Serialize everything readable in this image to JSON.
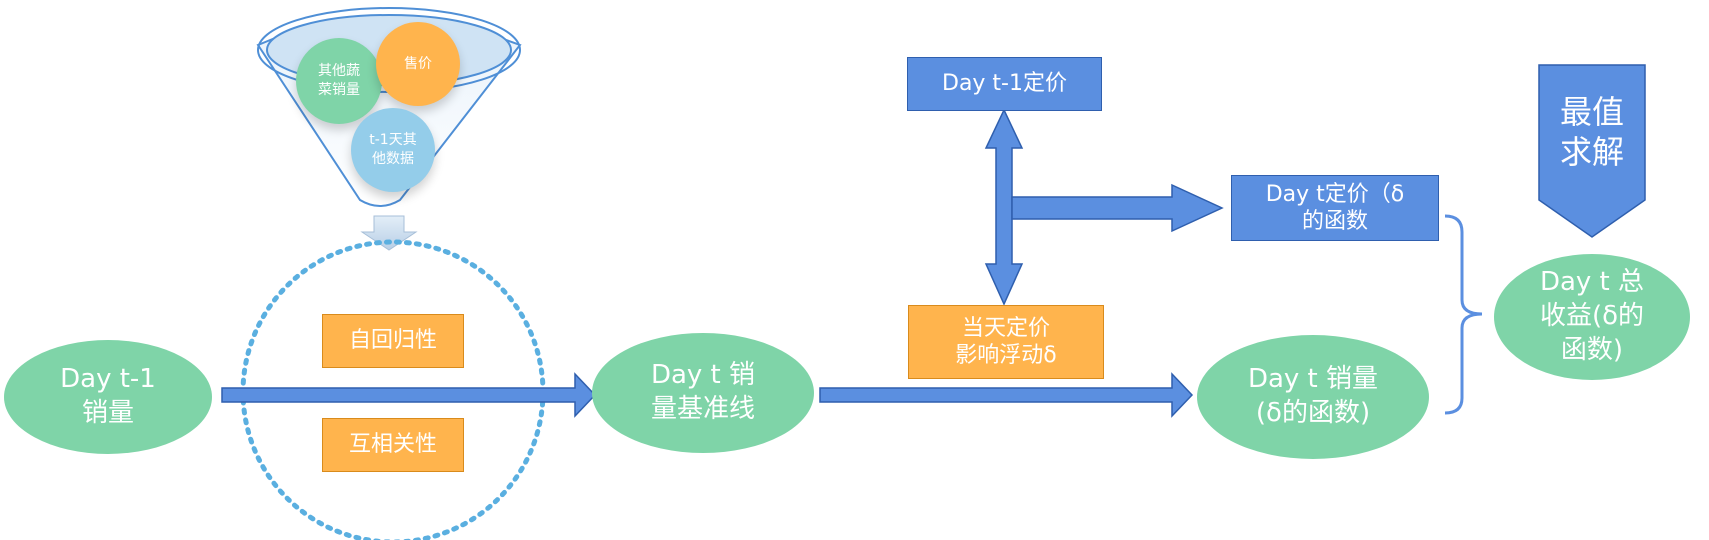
{
  "colors": {
    "green": "#7fd4a8",
    "blue": "#5b8fe0",
    "blue_border": "#2f5fae",
    "orange": "#ffb44d",
    "light_blue": "#94cdea",
    "dotted_circle": "#5aafe0"
  },
  "funnel": {
    "bubbles": [
      {
        "label": "其他蔬\n菜销量",
        "color": "#7fd4a8"
      },
      {
        "label": "售价",
        "color": "#ffb44d"
      },
      {
        "label": "t-1天其\n他数据",
        "color": "#94cdea"
      }
    ]
  },
  "nodes": {
    "day_t1_sales": "Day t-1\n销量",
    "autoregressive": "自回归性",
    "correlation": "互相关性",
    "baseline": "Day t 销\n量基准线",
    "price_t1": "Day t-1定价",
    "price_impact": "当天定价\n影响浮动δ",
    "price_t": "Day t定价（δ\n的函数",
    "sales_t": "Day t 销量\n(δ的函数)",
    "optimize": "最值\n求解",
    "revenue_t": "Day t 总\n收益(δ的\n函数)"
  }
}
